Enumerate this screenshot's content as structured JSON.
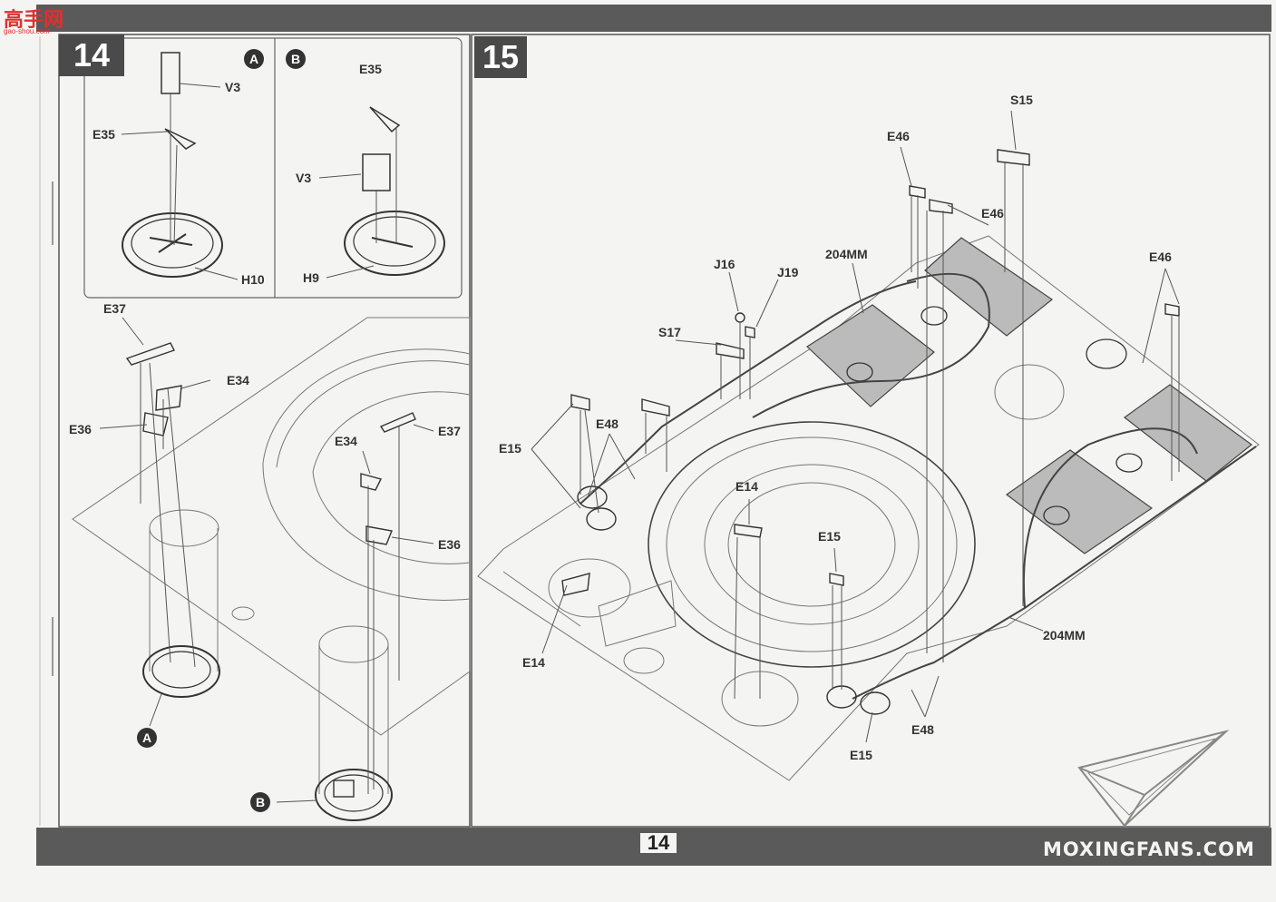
{
  "watermark": {
    "brand": "高手网",
    "domain": "gao-shou.com"
  },
  "footer": {
    "page_number": "14",
    "brand": "MOXINGFANS.COM"
  },
  "step14": {
    "number": "14",
    "inset_a": {
      "marker": "A",
      "labels": {
        "v3": "V3",
        "e35": "E35",
        "h10": "H10"
      }
    },
    "inset_b": {
      "marker": "B",
      "labels": {
        "e35": "E35",
        "v3": "V3",
        "h9": "H9"
      }
    },
    "main_labels": {
      "e37_left": "E37",
      "e34_left": "E34",
      "e36_left": "E36",
      "e34_right": "E34",
      "e37_right": "E37",
      "e36_right": "E36"
    },
    "callouts": {
      "a": "A",
      "b": "B"
    }
  },
  "step15": {
    "number": "15",
    "labels": {
      "s15": "S15",
      "e46_top": "E46",
      "e46_mid": "E46",
      "e46_right": "E46",
      "j16": "J16",
      "j19": "J19",
      "s17": "S17",
      "mm204_top": "204MM",
      "e48_left": "E48",
      "e15_left": "E15",
      "e14_center": "E14",
      "e15_center": "E15",
      "e14_bottom": "E14",
      "mm204_bottom": "204MM",
      "e48_bottom": "E48",
      "e15_bottom": "E15"
    }
  }
}
